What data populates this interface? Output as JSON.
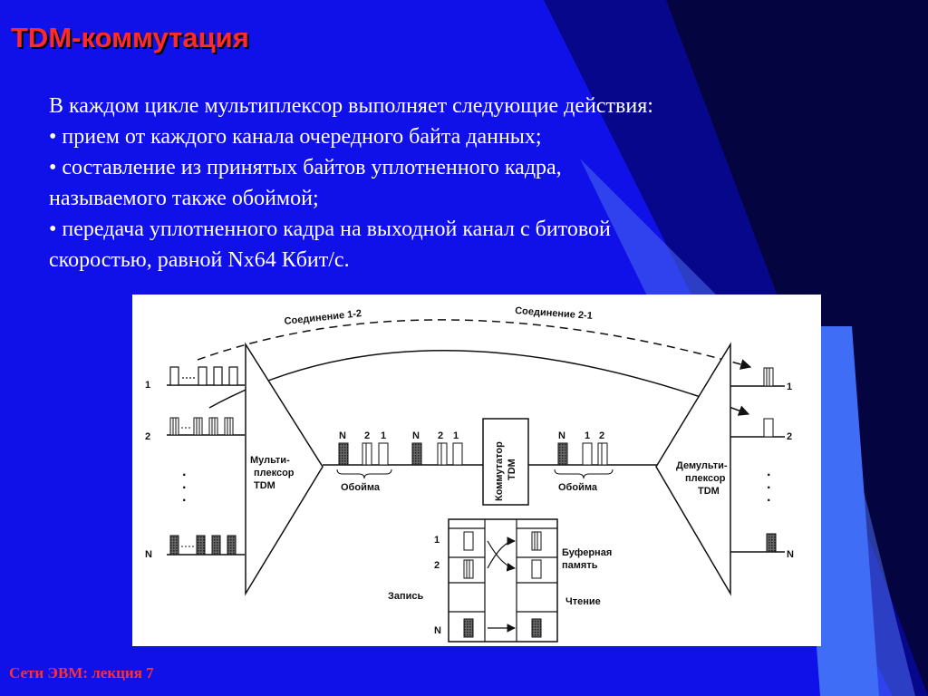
{
  "slide": {
    "title": "TDM-коммутация",
    "intro": "В каждом цикле мультиплексор выполняет следующие действия:",
    "bullet_1": "• прием от каждого канала очередного байта данных;",
    "bullet_2_line_1": "• составление из принятых байтов уплотненного кадра,",
    "bullet_2_line_2": "называемого также обоймой;",
    "bullet_3_line_1": "• передача уплотненного кадра на выходной канал с битовой",
    "bullet_3_line_2": "скоростью, равной Nx64 Кбит/с.",
    "footer": "Сети ЭВМ: лекция 7"
  },
  "diagram": {
    "connection_1_2": "Соединение 1-2",
    "connection_2_1": "Соединение 2-1",
    "input_1": "1",
    "input_2": "2",
    "input_n": "N",
    "output_1": "1",
    "output_2": "2",
    "output_n": "N",
    "multiplexer": [
      "Мульти-",
      "плексор",
      "TDM"
    ],
    "demultiplexer": [
      "Демульти-",
      "плексор",
      "TDM"
    ],
    "switch": [
      "Коммутатор",
      "TDM"
    ],
    "frame_label_left": "Обойма",
    "frame_label_right": "Обойма",
    "slot_n": "N",
    "slot_2": "2",
    "slot_1": "1",
    "buffer_memory": [
      "Буферная",
      "память"
    ],
    "write": "Запись",
    "read": "Чтение",
    "buffer_row_1": "1",
    "buffer_row_2": "2",
    "buffer_row_n": "N",
    "dots": "·"
  },
  "colors": {
    "background": "#1010e8",
    "title": "#ff2a2a",
    "text": "#ffffff",
    "footer": "#ff3030"
  }
}
